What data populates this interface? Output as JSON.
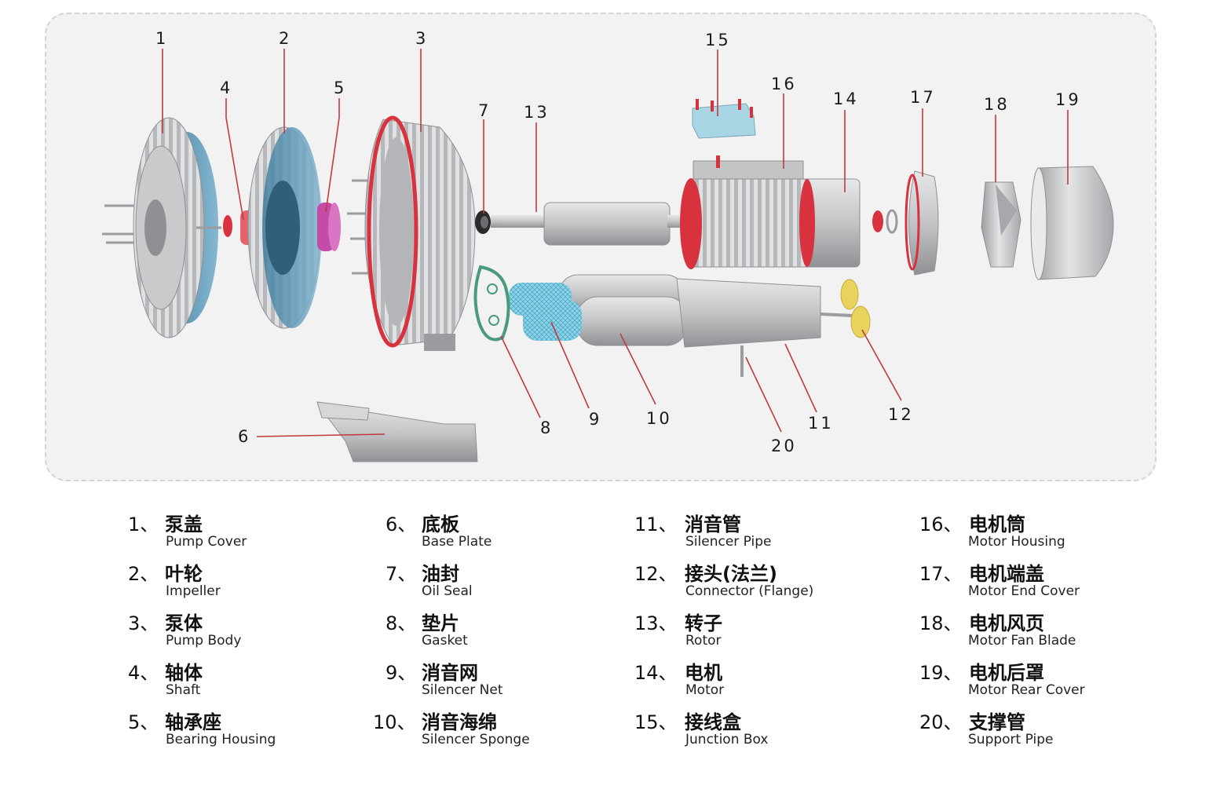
{
  "diagram": {
    "callouts": [
      "1",
      "2",
      "3",
      "4",
      "5",
      "6",
      "7",
      "8",
      "9",
      "10",
      "11",
      "12",
      "13",
      "14",
      "15",
      "16",
      "17",
      "18",
      "19",
      "20"
    ],
    "colors": {
      "metal": "#c9cacc",
      "metal_dark": "#8e9093",
      "accent_red": "#d7323d",
      "impeller_blue": "#5f9ab8",
      "bearing_magenta": "#c44ba8",
      "silencer_net": "#6cc3dc",
      "gasket_green": "#4a9a7c",
      "connector_yellow": "#e9d35c",
      "leader_line": "#c23a3f"
    }
  },
  "legend": [
    {
      "num": "1、",
      "zh": "泵盖",
      "en": "Pump Cover"
    },
    {
      "num": "2、",
      "zh": "叶轮",
      "en": "Impeller"
    },
    {
      "num": "3、",
      "zh": "泵体",
      "en": "Pump Body"
    },
    {
      "num": "4、",
      "zh": "轴体",
      "en": "Shaft"
    },
    {
      "num": "5、",
      "zh": "轴承座",
      "en": "Bearing Housing"
    },
    {
      "num": "6、",
      "zh": "底板",
      "en": "Base Plate"
    },
    {
      "num": "7、",
      "zh": "油封",
      "en": "Oil Seal"
    },
    {
      "num": "8、",
      "zh": "垫片",
      "en": "Gasket"
    },
    {
      "num": "9、",
      "zh": "消音网",
      "en": "Silencer Net"
    },
    {
      "num": "10、",
      "zh": "消音海绵",
      "en": "Silencer Sponge"
    },
    {
      "num": "11、",
      "zh": "消音管",
      "en": "Silencer Pipe"
    },
    {
      "num": "12、",
      "zh": "接头(法兰)",
      "en": "Connector (Flange)"
    },
    {
      "num": "13、",
      "zh": "转子",
      "en": "Rotor"
    },
    {
      "num": "14、",
      "zh": "电机",
      "en": "Motor"
    },
    {
      "num": "15、",
      "zh": "接线盒",
      "en": "Junction Box"
    },
    {
      "num": "16、",
      "zh": "电机筒",
      "en": "Motor Housing"
    },
    {
      "num": "17、",
      "zh": "电机端盖",
      "en": "Motor End Cover"
    },
    {
      "num": "18、",
      "zh": "电机风页",
      "en": "Motor Fan Blade"
    },
    {
      "num": "19、",
      "zh": "电机后罩",
      "en": "Motor Rear Cover"
    },
    {
      "num": "20、",
      "zh": "支撑管",
      "en": "Support Pipe"
    }
  ]
}
